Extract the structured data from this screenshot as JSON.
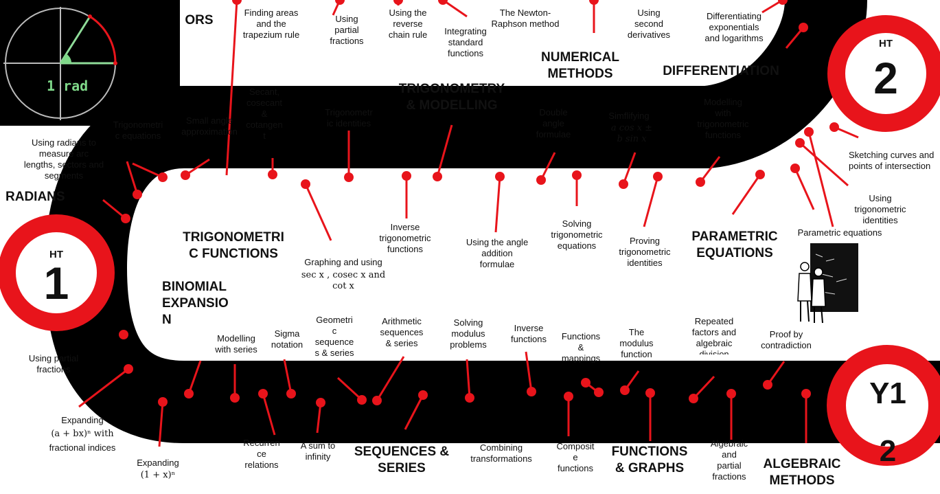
{
  "colors": {
    "road": "#000000",
    "pin": "#e8141b",
    "ring": "#e8141b",
    "panel": "#000000",
    "panel_text": "#7fd889"
  },
  "radian_panel": {
    "label": "1 rad"
  },
  "rings": [
    {
      "id": "ht1",
      "small": "HT",
      "big": "1"
    },
    {
      "id": "ht2",
      "small": "HT",
      "big": "2"
    },
    {
      "id": "y12",
      "big_line1": "Y1",
      "big_line2": "2"
    }
  ],
  "headings": {
    "vectors_partial": "ORS",
    "numerical": "NUMERICAL\nMETHODS",
    "differentiation": "DIFFERENTIATION",
    "trig_modelling": "TRIGONOMETRY\n& MODELLING",
    "radians": "RADIANS",
    "trig_functions": "TRIGONOMETRI\nC FUNCTIONS",
    "parametric": "PARAMETRIC\nEQUATIONS",
    "binomial": "BINOMIAL\nEXPANSIO\nN",
    "sequences": "SEQUENCES &\nSERIES",
    "functions": "FUNCTIONS\n& GRAPHS",
    "algebraic": "ALGEBRAIC\nMETHODS"
  },
  "labels": {
    "areas": "Finding areas\nand the\ntrapezium rule",
    "partial_fractions_top": "Using\npartial\nfractions",
    "reverse_chain": "Using the\nreverse\nchain rule",
    "integrating": "Integrating\nstandard\nfunctions",
    "newton": "The Newton-\nRaphson  method",
    "second_deriv": "Using\nsecond\nderivatives",
    "diff_exp": "Differentiating\nexponentials\nand logarithms",
    "secant": "Secant,\ncosecant\n&\ncotangen\nt",
    "trig_identities": "Trigonometr\nic identities",
    "double_angle": "Double\nangle\nformulae",
    "simplifying": "Simflifying",
    "simplifying_math": "a cos x ±\nb sin x",
    "modelling_trig": "Modelling\nwith\ntrigonometric\nfunctions",
    "trig_equations_top": "Trigonometri\nc equations",
    "small_angle": "Small angle\napproximation",
    "using_radians": "Using radians to\nmeasure arc\nlengths, sectors and\nsegments",
    "sketching": "Sketching curves and\npoints of intersection",
    "using_trig_ids": "Using\ntrigonometric\nidentities",
    "parametric_eq": "Parametric equations",
    "inverse_trig": "Inverse\ntrigonometric\nfunctions",
    "angle_addition": "Using the angle\naddition\nformulae",
    "solving_trig": "Solving\ntrigonometric\nequations",
    "proving_trig": "Proving\ntrigonometric\nidentities",
    "graphing": "Graphing and using",
    "graphing_math": "sec x , cosec x  and\ncot x",
    "partial_fractions_left": "Using partial\nfractions",
    "expanding_abx": "Expanding",
    "expanding_abx_math": "(a + bx)ⁿ with",
    "expanding_abx_tail": "fractional indices",
    "expanding_1x": "Expanding",
    "expanding_1x_math": "(1 + x)ⁿ",
    "modelling_series": "Modelling\nwith series",
    "sigma": "Sigma\nnotation",
    "geometric": "Geometri\nc\nsequence\ns & series",
    "arithmetic": "Arithmetic\nsequences\n& series",
    "modulus_problems": "Solving\nmodulus\nproblems",
    "inverse_functions": "Inverse\nfunctions",
    "functions_mappings": "Functions\n&\nmappings",
    "modulus_function": "The\nmodulus\nfunction",
    "repeated_factors": "Repeated\nfactors and\nalgebraic\ndivision",
    "proof_contradiction": "Proof by\ncontradiction",
    "recurrence": "Recurren\nce\nrelations",
    "sum_infinity": "A sum to\ninfinity",
    "combining": "Combining\ntransformations",
    "composite": "Composit\ne\nfunctions",
    "algebraic_partial": "Algebraic\nand\npartial\nfractions"
  }
}
